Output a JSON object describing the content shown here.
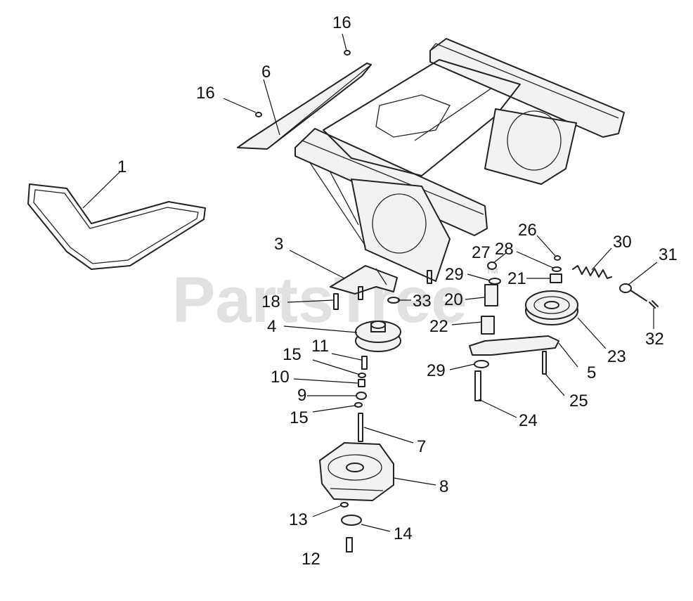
{
  "watermark": {
    "text": "PartsTree",
    "trademark": "™"
  },
  "callouts": {
    "c1": "1",
    "c3": "3",
    "c4": "4",
    "c5": "5",
    "c6": "6",
    "c7": "7",
    "c8": "8",
    "c9": "9",
    "c10": "10",
    "c11": "11",
    "c12": "12",
    "c13": "13",
    "c14": "14",
    "c15a": "15",
    "c15b": "15",
    "c16a": "16",
    "c16b": "16",
    "c18": "18",
    "c20": "20",
    "c21": "21",
    "c22": "22",
    "c23": "23",
    "c24": "24",
    "c25": "25",
    "c26": "26",
    "c27": "27",
    "c28": "28",
    "c29a": "29",
    "c29b": "29",
    "c30": "30",
    "c31": "31",
    "c32": "32",
    "c33": "33"
  }
}
